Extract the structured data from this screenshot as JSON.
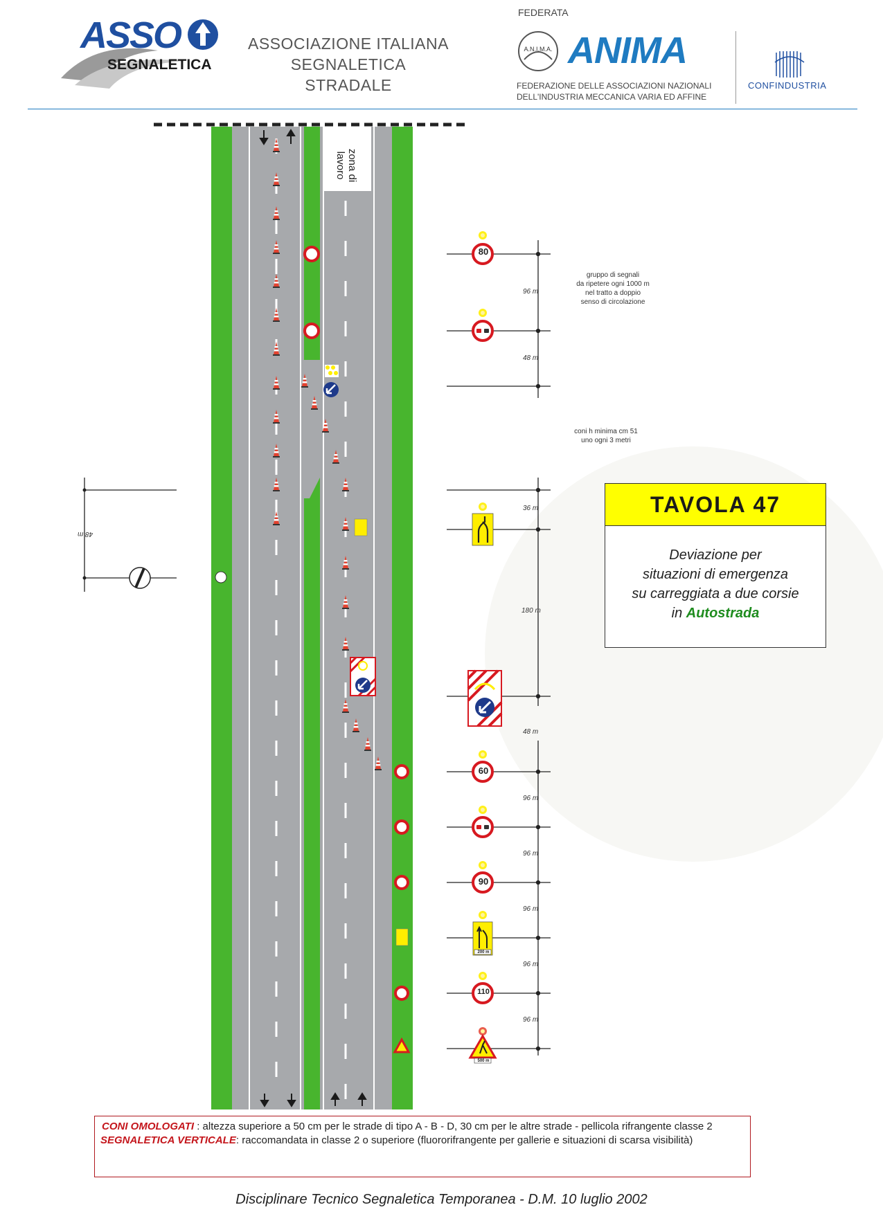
{
  "header": {
    "logo_asso_top": "ASSO",
    "logo_asso_bottom": "SEGNALETICA",
    "association_line1": "ASSOCIAZIONE ITALIANA",
    "association_line2": "SEGNALETICA STRADALE",
    "federata": "FEDERATA",
    "anima_seal": "A.N.I.M.A.",
    "anima_logo": "ANIMA",
    "anima_line1": "FEDERAZIONE DELLE ASSOCIAZIONI NAZIONALI",
    "anima_line2": "DELL'INDUSTRIA MECCANICA VARIA ED AFFINE",
    "confindustria": "CONFINDUSTRIA",
    "accent_color": "#1f7bc1"
  },
  "diagram": {
    "work_zone_label": "zona di lavoro",
    "note_group": [
      "gruppo di segnali",
      "da ripetere ogni 1000 m",
      "nel tratto a doppio",
      "senso di circolazione"
    ],
    "note_cones": [
      "coni h minima cm 51",
      "uno ogni 3 metri"
    ],
    "distances": [
      "96 m",
      "48 m",
      "36 m",
      "180 m",
      "48 m",
      "96 m",
      "96 m",
      "96 m",
      "96 m",
      "96 m"
    ],
    "left_distance": "48 m",
    "speed_signs": [
      "80",
      "60",
      "90",
      "110"
    ],
    "plate_200": "200 m",
    "plate_500": "500 m",
    "colors": {
      "grass": "#48b52e",
      "asphalt": "#a7a9ac",
      "sign_red": "#d71920",
      "sign_blue": "#1e3a8a",
      "sign_yellow": "#ffee00"
    }
  },
  "tavola": {
    "title": "TAVOLA  47",
    "line1": "Deviazione per",
    "line2": "situazioni di emergenza",
    "line3": "su carreggiata a due corsie",
    "line4_prefix": "in ",
    "line4_highlight": "Autostrada"
  },
  "legend": {
    "coni_key": "CONI OMOLOGATI",
    "coni_text": " : altezza superiore a 50 cm per le strade di tipo A - B - D, 30 cm per le altre strade - pellicola rifrangente classe 2",
    "segn_key": "SEGNALETICA VERTICALE",
    "segn_text": ": raccomandata in classe 2 o superiore (fluororifrangente per gallerie e situazioni di scarsa visibilità)"
  },
  "footer": {
    "text": "Disciplinare Tecnico Segnaletica Temporanea - D.M.  10 luglio 2002"
  }
}
